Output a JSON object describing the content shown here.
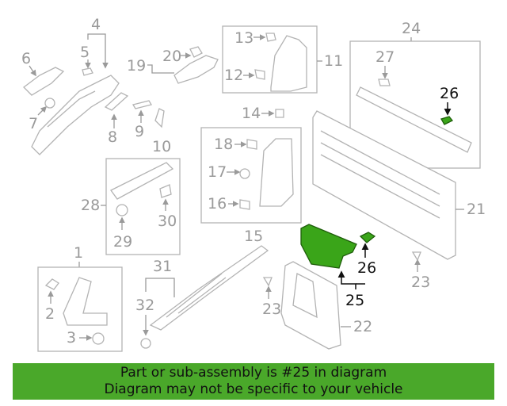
{
  "callouts": {
    "c1": "1",
    "c2": "2",
    "c3": "3",
    "c4": "4",
    "c5": "5",
    "c6": "6",
    "c7": "7",
    "c8": "8",
    "c9": "9",
    "c10": "10",
    "c11": "11",
    "c12": "12",
    "c13": "13",
    "c14": "14",
    "c15": "15",
    "c16": "16",
    "c17": "17",
    "c18": "18",
    "c19": "19",
    "c20": "20",
    "c21": "21",
    "c22": "22",
    "c23a": "23",
    "c23b": "23",
    "c24": "24",
    "c25": "25",
    "c26a": "26",
    "c26b": "26",
    "c27": "27",
    "c28": "28",
    "c29": "29",
    "c30": "30",
    "c31": "31",
    "c32": "32"
  },
  "highlight": {
    "part_number": "25",
    "color": "#3aa519"
  },
  "banner": {
    "line1": "Part or sub-assembly is #25 in diagram",
    "line2": "Diagram may not be specific to your vehicle",
    "color": "#4aa82a"
  }
}
